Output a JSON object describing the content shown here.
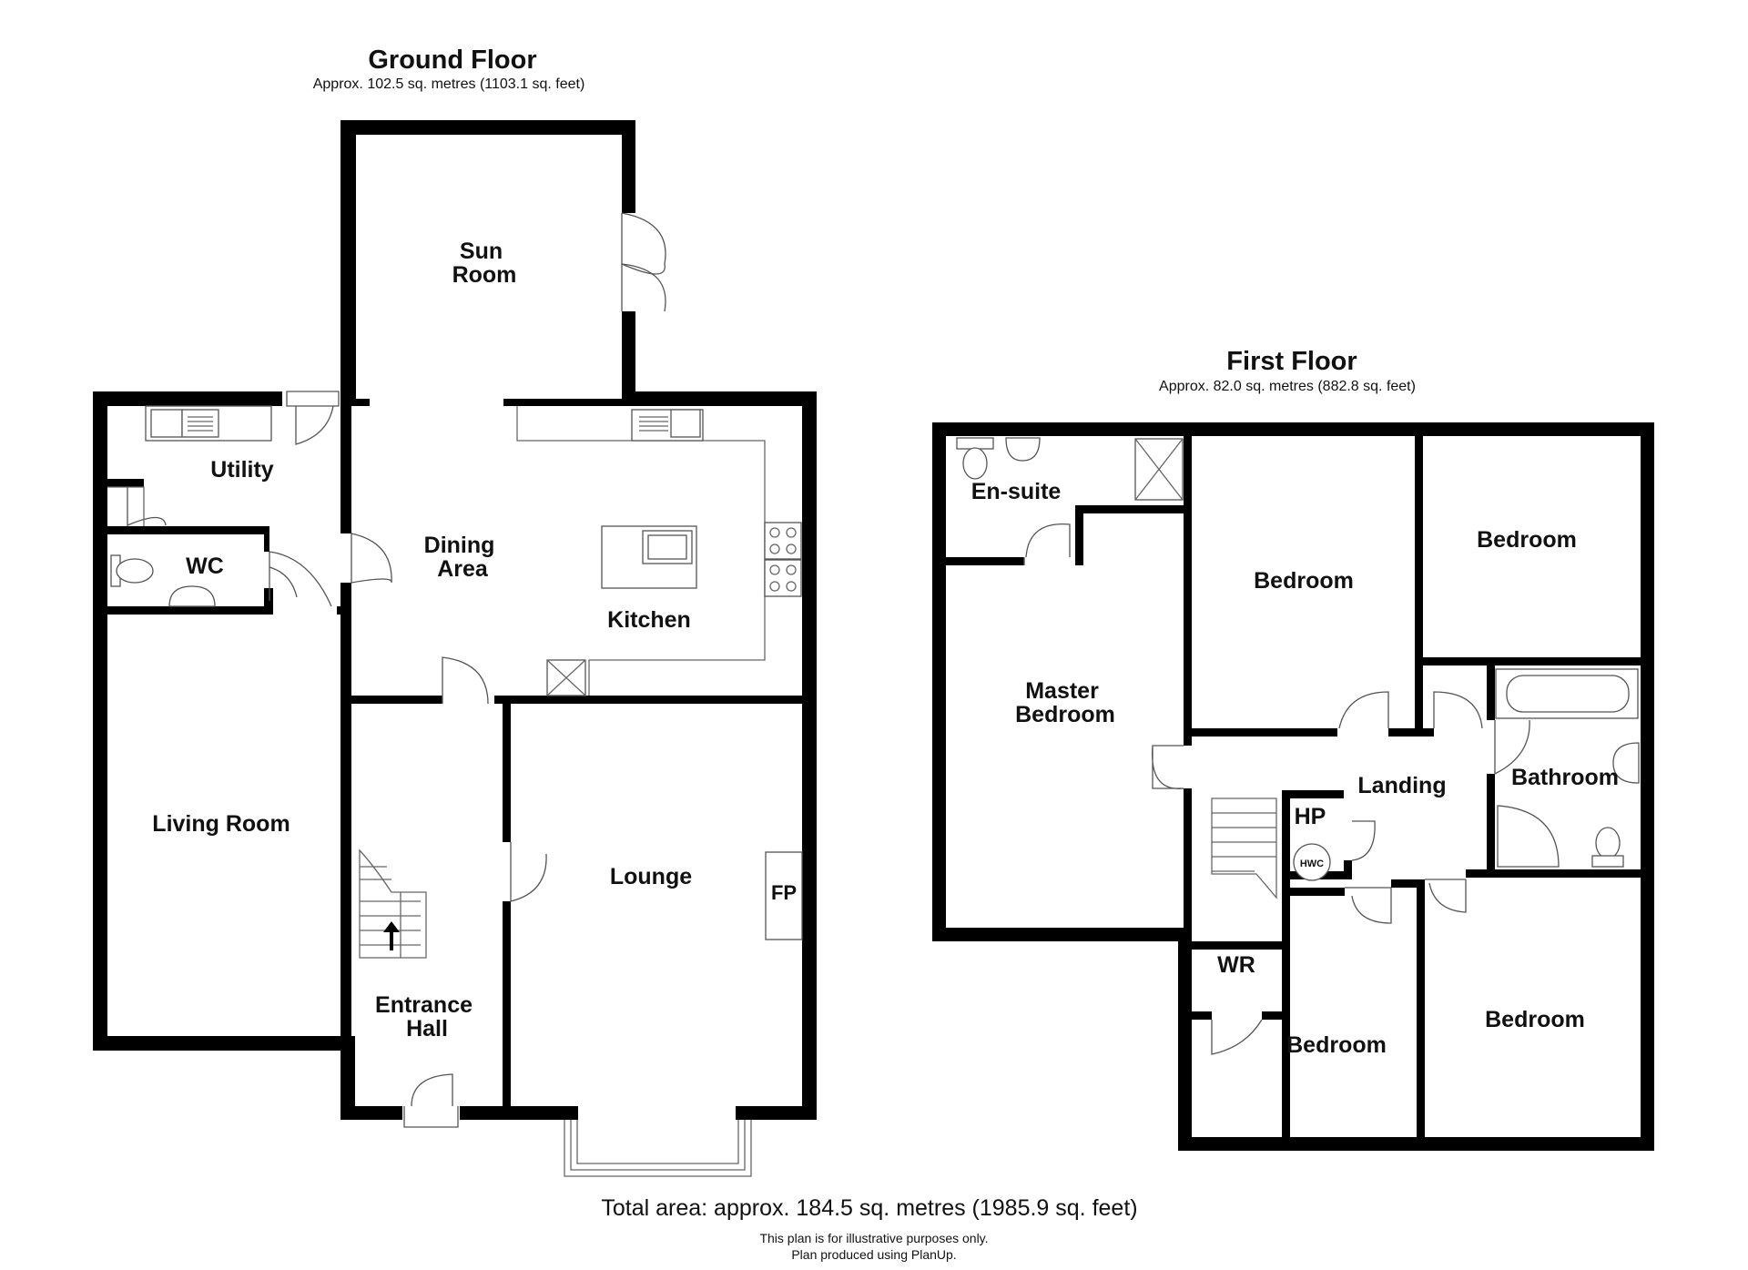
{
  "ground_floor": {
    "title": "Ground Floor",
    "area": "Approx. 102.5 sq. metres (1103.1 sq. feet)",
    "rooms": {
      "sun_room": [
        "Sun",
        "Room"
      ],
      "utility": "Utility",
      "wc": "WC",
      "dining_area": [
        "Dining",
        "Area"
      ],
      "kitchen": "Kitchen",
      "living_room": "Living Room",
      "entrance_hall": [
        "Entrance",
        "Hall"
      ],
      "lounge": "Lounge",
      "fireplace": "FP"
    }
  },
  "first_floor": {
    "title": "First Floor",
    "area": "Approx. 82.0 sq. metres (882.8 sq. feet)",
    "rooms": {
      "en_suite": "En-suite",
      "bedroom_2": "Bedroom",
      "bedroom_3": "Bedroom",
      "master_bedroom": [
        "Master",
        "Bedroom"
      ],
      "landing": "Landing",
      "bathroom": "Bathroom",
      "hp": "HP",
      "hwc": "HWC",
      "wr": "WR",
      "bedroom_4": "Bedroom",
      "bedroom_5": "Bedroom"
    }
  },
  "footer": {
    "total_area": "Total area: approx. 184.5 sq. metres (1985.9 sq. feet)",
    "disclaimer": "This plan is for illustrative purposes only.",
    "credit": "Plan produced using PlanUp."
  }
}
